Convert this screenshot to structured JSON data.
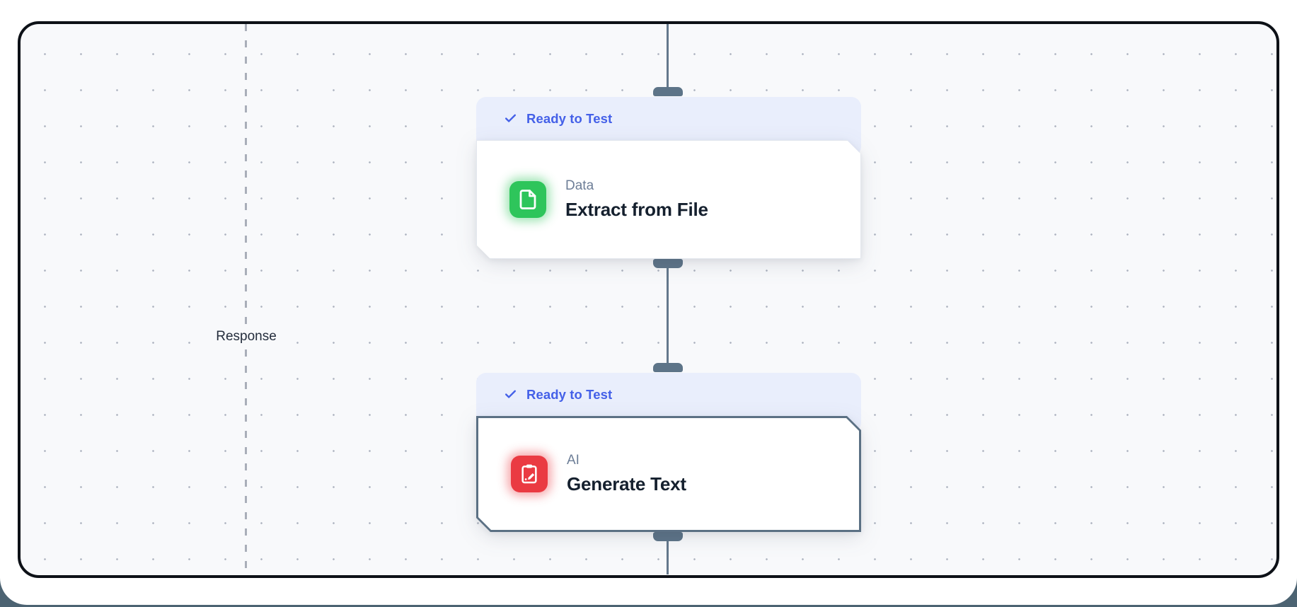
{
  "canvas": {
    "response_label": "Response"
  },
  "nodes": [
    {
      "status": "Ready to Test",
      "category": "Data",
      "title": "Extract from File",
      "icon": "document-icon",
      "icon_color": "#2ec55b"
    },
    {
      "status": "Ready to Test",
      "category": "AI",
      "title": "Generate Text",
      "icon": "clipboard-pen-icon",
      "icon_color": "#ea3a42"
    }
  ],
  "icons": {
    "status": "checkmark-icon"
  },
  "colors": {
    "status_badge_bg": "#e9eefc",
    "status_badge_text": "#4460e8",
    "connector_slate": "#5d7488",
    "canvas_bg": "#f8f9fb",
    "canvas_border": "#0d1117",
    "selected_node_border": "#5b7084",
    "under_layer": "#4c6372"
  }
}
